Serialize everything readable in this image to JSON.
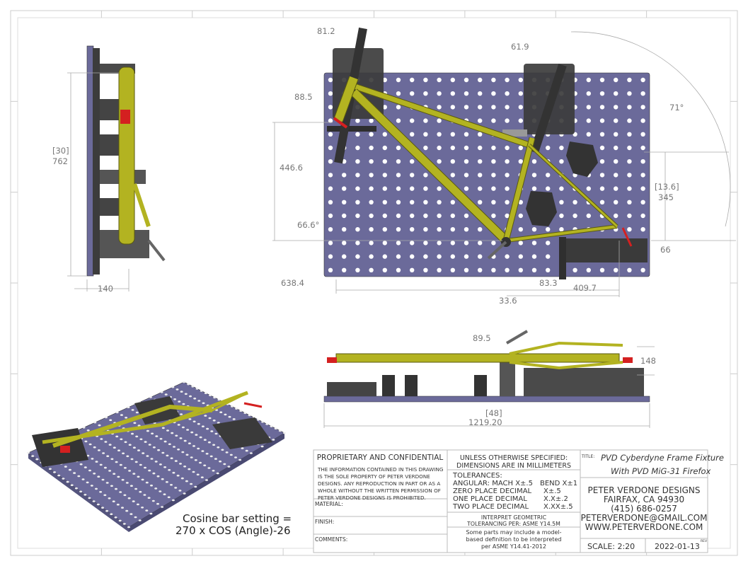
{
  "views": {
    "side_left": {
      "dims": {
        "height_in": "[30]",
        "height_mm": "762",
        "width": "140"
      }
    },
    "front": {
      "dims": {
        "d1": "81.2",
        "d2": "61.9",
        "d3": "71°",
        "d4": "88.5",
        "d5": "446.6",
        "d6": "66.6°",
        "d7": "[13.6]",
        "d8": "345",
        "d9": "66",
        "d10": "638.4",
        "d11": "83.3",
        "d12": "409.7",
        "d13": "33.6"
      }
    },
    "side_bottom": {
      "dims": {
        "d1": "89.5",
        "d2": "148",
        "d3": "[48]",
        "d4": "1219.20"
      }
    },
    "iso": {
      "note_line1": "Cosine bar setting =",
      "note_line2": "270 x COS (Angle)-26"
    }
  },
  "title_block": {
    "proprietary_header": "PROPRIETARY AND CONFIDENTIAL",
    "proprietary_text": [
      "THE INFORMATION CONTAINED IN THIS DRAWING",
      "IS THE SOLE PROPERTY OF PETER VERDONE",
      "DESIGNS.  ANY  REPRODUCTION IN PART OR AS A",
      "WHOLE WITHOUT THE WRITTEN PERMISSION OF",
      "PETER VERDONE DESIGNS IS PROHIBITED."
    ],
    "material_label": "MATERIAL:",
    "finish_label": "FINISH:",
    "comments_label": "COMMENTS:",
    "unless_line1": "UNLESS OTHERWISE SPECIFIED:",
    "unless_line2": "DIMENSIONS ARE IN MILLIMETERS",
    "tolerances_header": "TOLERANCES:",
    "tolerances": [
      {
        "label": "ANGULAR: MACH X±.5",
        "value": "BEND X±1"
      },
      {
        "label": "ZERO PLACE DECIMAL",
        "value": "X±.5"
      },
      {
        "label": "ONE PLACE DECIMAL",
        "value": "X.X±.2"
      },
      {
        "label": "TWO PLACE DECIMAL",
        "value": "X.XX±.5"
      }
    ],
    "interpret_line1": "INTERPRET GEOMETRIC",
    "interpret_line2": "TOLERANCING PER: ASME Y14.5M",
    "model_note": [
      "Some parts may include a model-",
      "based definition to be interpreted",
      "per ASME Y14.41-2012"
    ],
    "title_label": "TITLE:",
    "title_line1": "PVD Cyberdyne Frame Fixture",
    "title_line2": "With PVD MiG-31 Firefox",
    "company": [
      "PETER VERDONE DESIGNS",
      "FAIRFAX, CA 94930",
      "(415) 686-0257",
      "PETERVERDONE@GMAIL.COM",
      "WWW.PETERVERDONE.COM"
    ],
    "scale": "SCALE: 2:20",
    "date": "2022-01-13",
    "rev_label": "REV"
  },
  "colors": {
    "plate": "#6b6a9a",
    "frame": "#b3b321",
    "fixture": "#3c3c3c",
    "lever": "#d42020"
  }
}
